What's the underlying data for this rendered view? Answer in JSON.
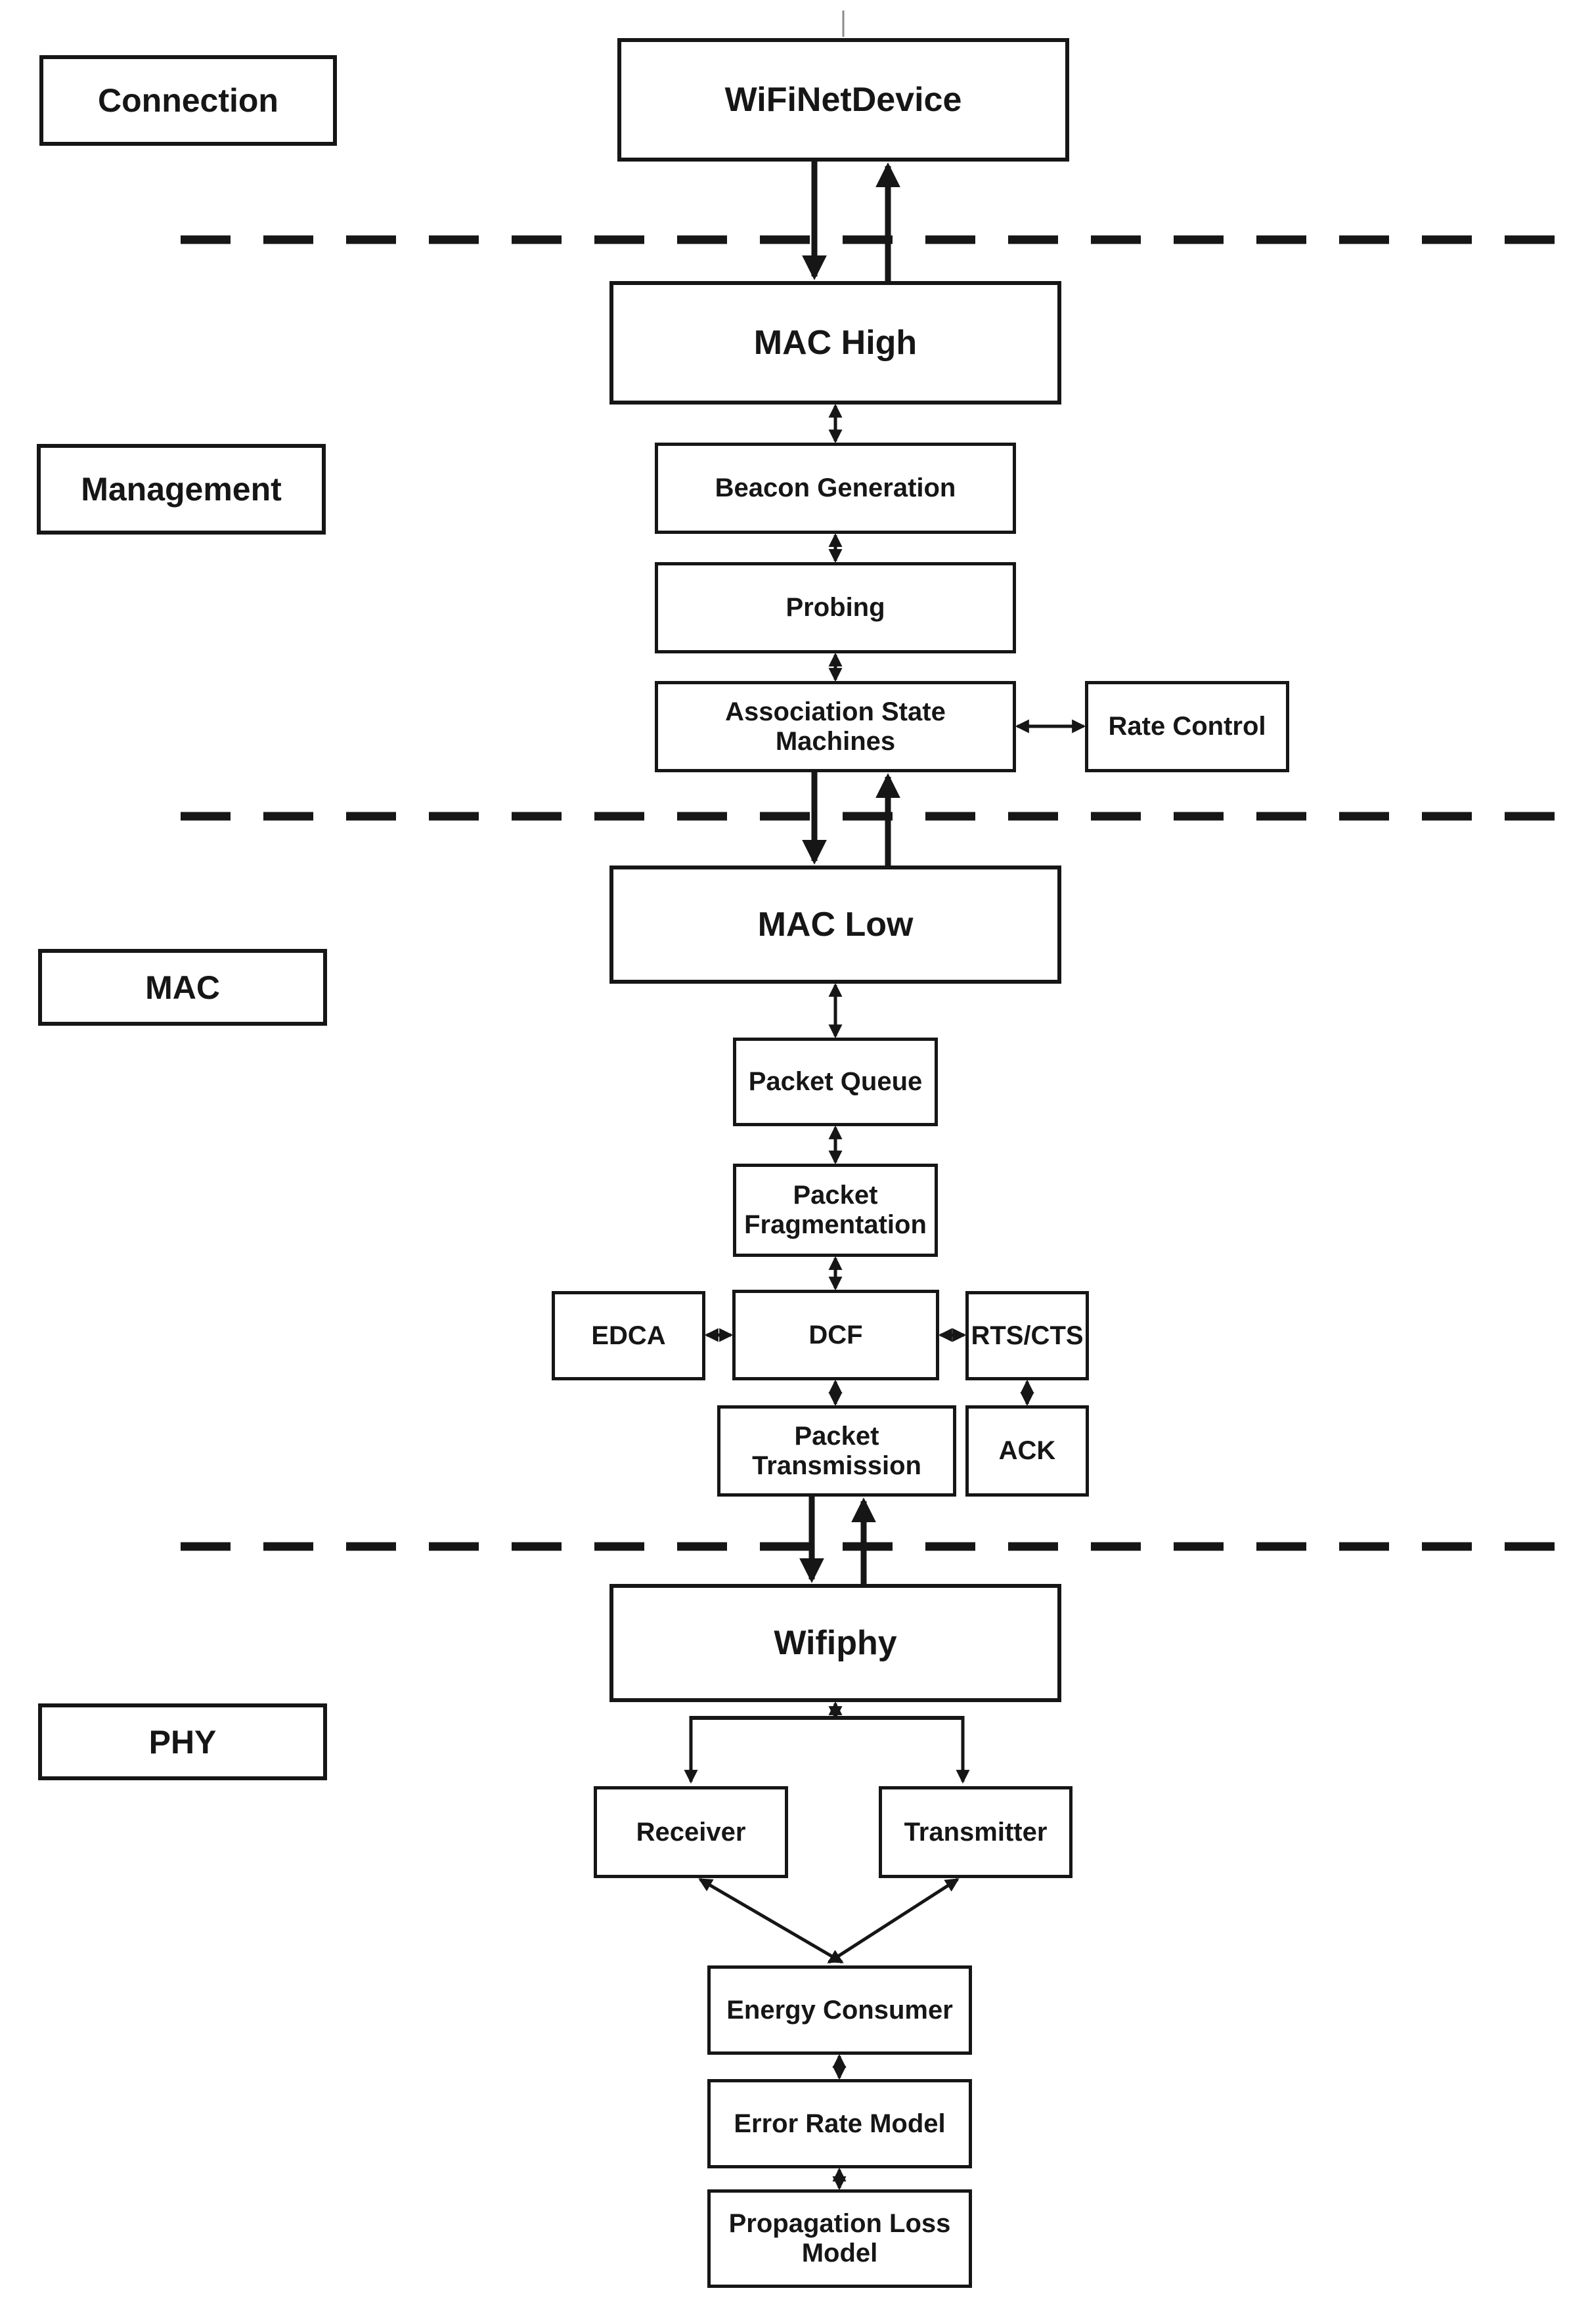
{
  "layers": {
    "connection": {
      "label": "Connection"
    },
    "management": {
      "label": "Management"
    },
    "mac": {
      "label": "MAC"
    },
    "phy": {
      "label": "PHY"
    }
  },
  "nodes": {
    "wifinetdevice": {
      "label": "WiFiNetDevice"
    },
    "mac_high": {
      "label": "MAC High"
    },
    "beacon_generation": {
      "label": "Beacon Generation"
    },
    "probing": {
      "label": "Probing"
    },
    "association_state_machines": {
      "label": "Association State Machines"
    },
    "rate_control": {
      "label": "Rate Control"
    },
    "mac_low": {
      "label": "MAC Low"
    },
    "packet_queue": {
      "label": "Packet Queue"
    },
    "packet_fragmentation": {
      "label": "Packet Fragmentation"
    },
    "edca": {
      "label": "EDCA"
    },
    "dcf": {
      "label": "DCF"
    },
    "rts_cts": {
      "label": "RTS/CTS"
    },
    "packet_transmission": {
      "label": "Packet Transmission"
    },
    "ack": {
      "label": "ACK"
    },
    "wifiphy": {
      "label": "Wifiphy"
    },
    "receiver": {
      "label": "Receiver"
    },
    "transmitter": {
      "label": "Transmitter"
    },
    "energy_consumer": {
      "label": "Energy Consumer"
    },
    "error_rate_model": {
      "label": "Error Rate Model"
    },
    "propagation_loss_model": {
      "label": "Propagation Loss Model"
    }
  },
  "edges": [
    {
      "from": "wifinetdevice",
      "to": "mac_high",
      "type": "thick-arrow-pair"
    },
    {
      "from": "mac_high",
      "to": "beacon_generation",
      "type": "bidirectional"
    },
    {
      "from": "beacon_generation",
      "to": "probing",
      "type": "bidirectional"
    },
    {
      "from": "probing",
      "to": "association_state_machines",
      "type": "bidirectional"
    },
    {
      "from": "association_state_machines",
      "to": "rate_control",
      "type": "bidirectional"
    },
    {
      "from": "association_state_machines",
      "to": "mac_low",
      "type": "thick-arrow-pair"
    },
    {
      "from": "mac_low",
      "to": "packet_queue",
      "type": "bidirectional"
    },
    {
      "from": "packet_queue",
      "to": "packet_fragmentation",
      "type": "bidirectional"
    },
    {
      "from": "packet_fragmentation",
      "to": "dcf",
      "type": "bidirectional"
    },
    {
      "from": "edca",
      "to": "dcf",
      "type": "bidirectional"
    },
    {
      "from": "dcf",
      "to": "rts_cts",
      "type": "bidirectional"
    },
    {
      "from": "dcf",
      "to": "packet_transmission",
      "type": "bidirectional"
    },
    {
      "from": "rts_cts",
      "to": "ack",
      "type": "bidirectional"
    },
    {
      "from": "packet_transmission",
      "to": "wifiphy",
      "type": "thick-arrow-pair"
    },
    {
      "from": "wifiphy",
      "to": "receiver",
      "type": "fan-out"
    },
    {
      "from": "wifiphy",
      "to": "transmitter",
      "type": "fan-out"
    },
    {
      "from": "receiver",
      "to": "energy_consumer",
      "type": "bidirectional-diagonal"
    },
    {
      "from": "transmitter",
      "to": "energy_consumer",
      "type": "bidirectional-diagonal"
    },
    {
      "from": "energy_consumer",
      "to": "error_rate_model",
      "type": "bidirectional"
    },
    {
      "from": "error_rate_model",
      "to": "propagation_loss_model",
      "type": "bidirectional"
    }
  ],
  "dividers": {
    "count": 3,
    "style": "dashed"
  },
  "colors": {
    "ink": "#161616",
    "background": "#ffffff",
    "stub": "#8b8b8b"
  }
}
